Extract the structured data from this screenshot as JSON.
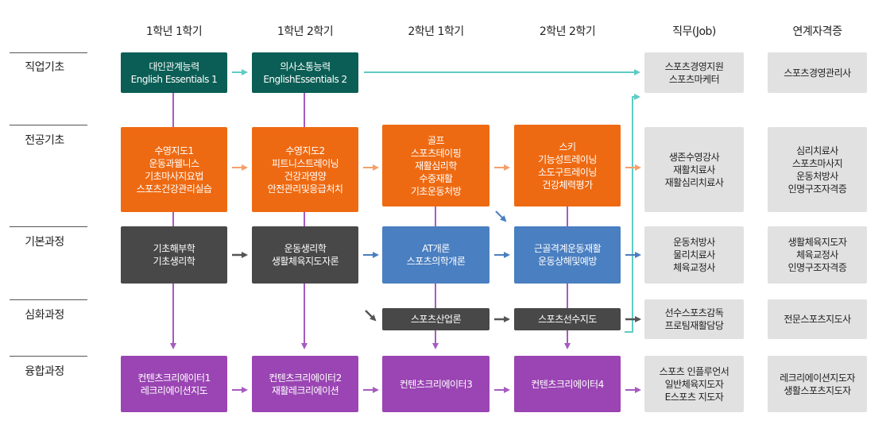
{
  "columns": [
    "1학년 1학기",
    "1학년 2학기",
    "2학년 1학기",
    "2학년 2학기",
    "직무(Job)",
    "연계자격증"
  ],
  "rows": [
    "직업기초",
    "전공기초",
    "기본과정",
    "심화과정",
    "융합과정"
  ],
  "boxes": {
    "r1c1": [
      "대인관계능력",
      "English Essentials 1"
    ],
    "r1c2": [
      "의사소통능력",
      "EnglishEssentials 2"
    ],
    "r1job": [
      "스포츠경영지원",
      "스포츠마케터"
    ],
    "r1cert": [
      "스포츠경영관리사"
    ],
    "r2c1": [
      "수영지도1",
      "운동과웰니스",
      "기초마사지요법",
      "스포츠건강관리실습"
    ],
    "r2c2": [
      "수영지도2",
      "피트니스트레이닝",
      "건강과영양",
      "안전관리및응급처치"
    ],
    "r2c3": [
      "골프",
      "스포츠테이핑",
      "재활심리학",
      "수중재활",
      "기초운동처방"
    ],
    "r2c4": [
      "스키",
      "기능성트레이닝",
      "소도구트레이닝",
      "건강체력평가"
    ],
    "r2job": [
      "생존수영강사",
      "재활치료사",
      "재활심리치료사"
    ],
    "r2cert": [
      "심리치료사",
      "스포츠마사지",
      "운동처방사",
      "인명구조자격증"
    ],
    "r3c1": [
      "기초해부학",
      "기초생리학"
    ],
    "r3c2": [
      "운동생리학",
      "생활체육지도자론"
    ],
    "r3c3": [
      "AT개론",
      "스포츠의학개론"
    ],
    "r3c4": [
      "근골격계운동재활",
      "운동상해및예방"
    ],
    "r3job": [
      "운동처방사",
      "물리치료사",
      "체육교정사"
    ],
    "r3cert": [
      "생활체육지도자",
      "체육교정사",
      "인명구조자격증"
    ],
    "r4c3": [
      "스포츠산업론"
    ],
    "r4c4": [
      "스포츠선수지도"
    ],
    "r4job": [
      "선수스포츠감독",
      "프로팀재활담당"
    ],
    "r4cert": [
      "전문스포츠지도사"
    ],
    "r5c1": [
      "컨텐츠크리에이터1",
      "레크리에이션지도"
    ],
    "r5c2": [
      "컨텐츠크리에이터2",
      "재활레크리에이션"
    ],
    "r5c3": [
      "컨텐츠크리에이터3"
    ],
    "r5c4": [
      "컨텐츠크리에이터4"
    ],
    "r5job": [
      "스포츠 인플루언서",
      "일반체육지도자",
      "E스포츠 지도자"
    ],
    "r5cert": [
      "레크리에이션지도자",
      "생활스포츠지도자"
    ]
  },
  "colors": {
    "teal": "#0b5e55",
    "orange": "#ee6a12",
    "dark": "#484848",
    "blue": "#4a7fc1",
    "purple": "#9a45b3",
    "gray": "#e1e1e1",
    "teal_arrow": "#5fcbc4",
    "orange_arrow": "#f4a06a",
    "purple_arrow": "#a65bc0"
  }
}
